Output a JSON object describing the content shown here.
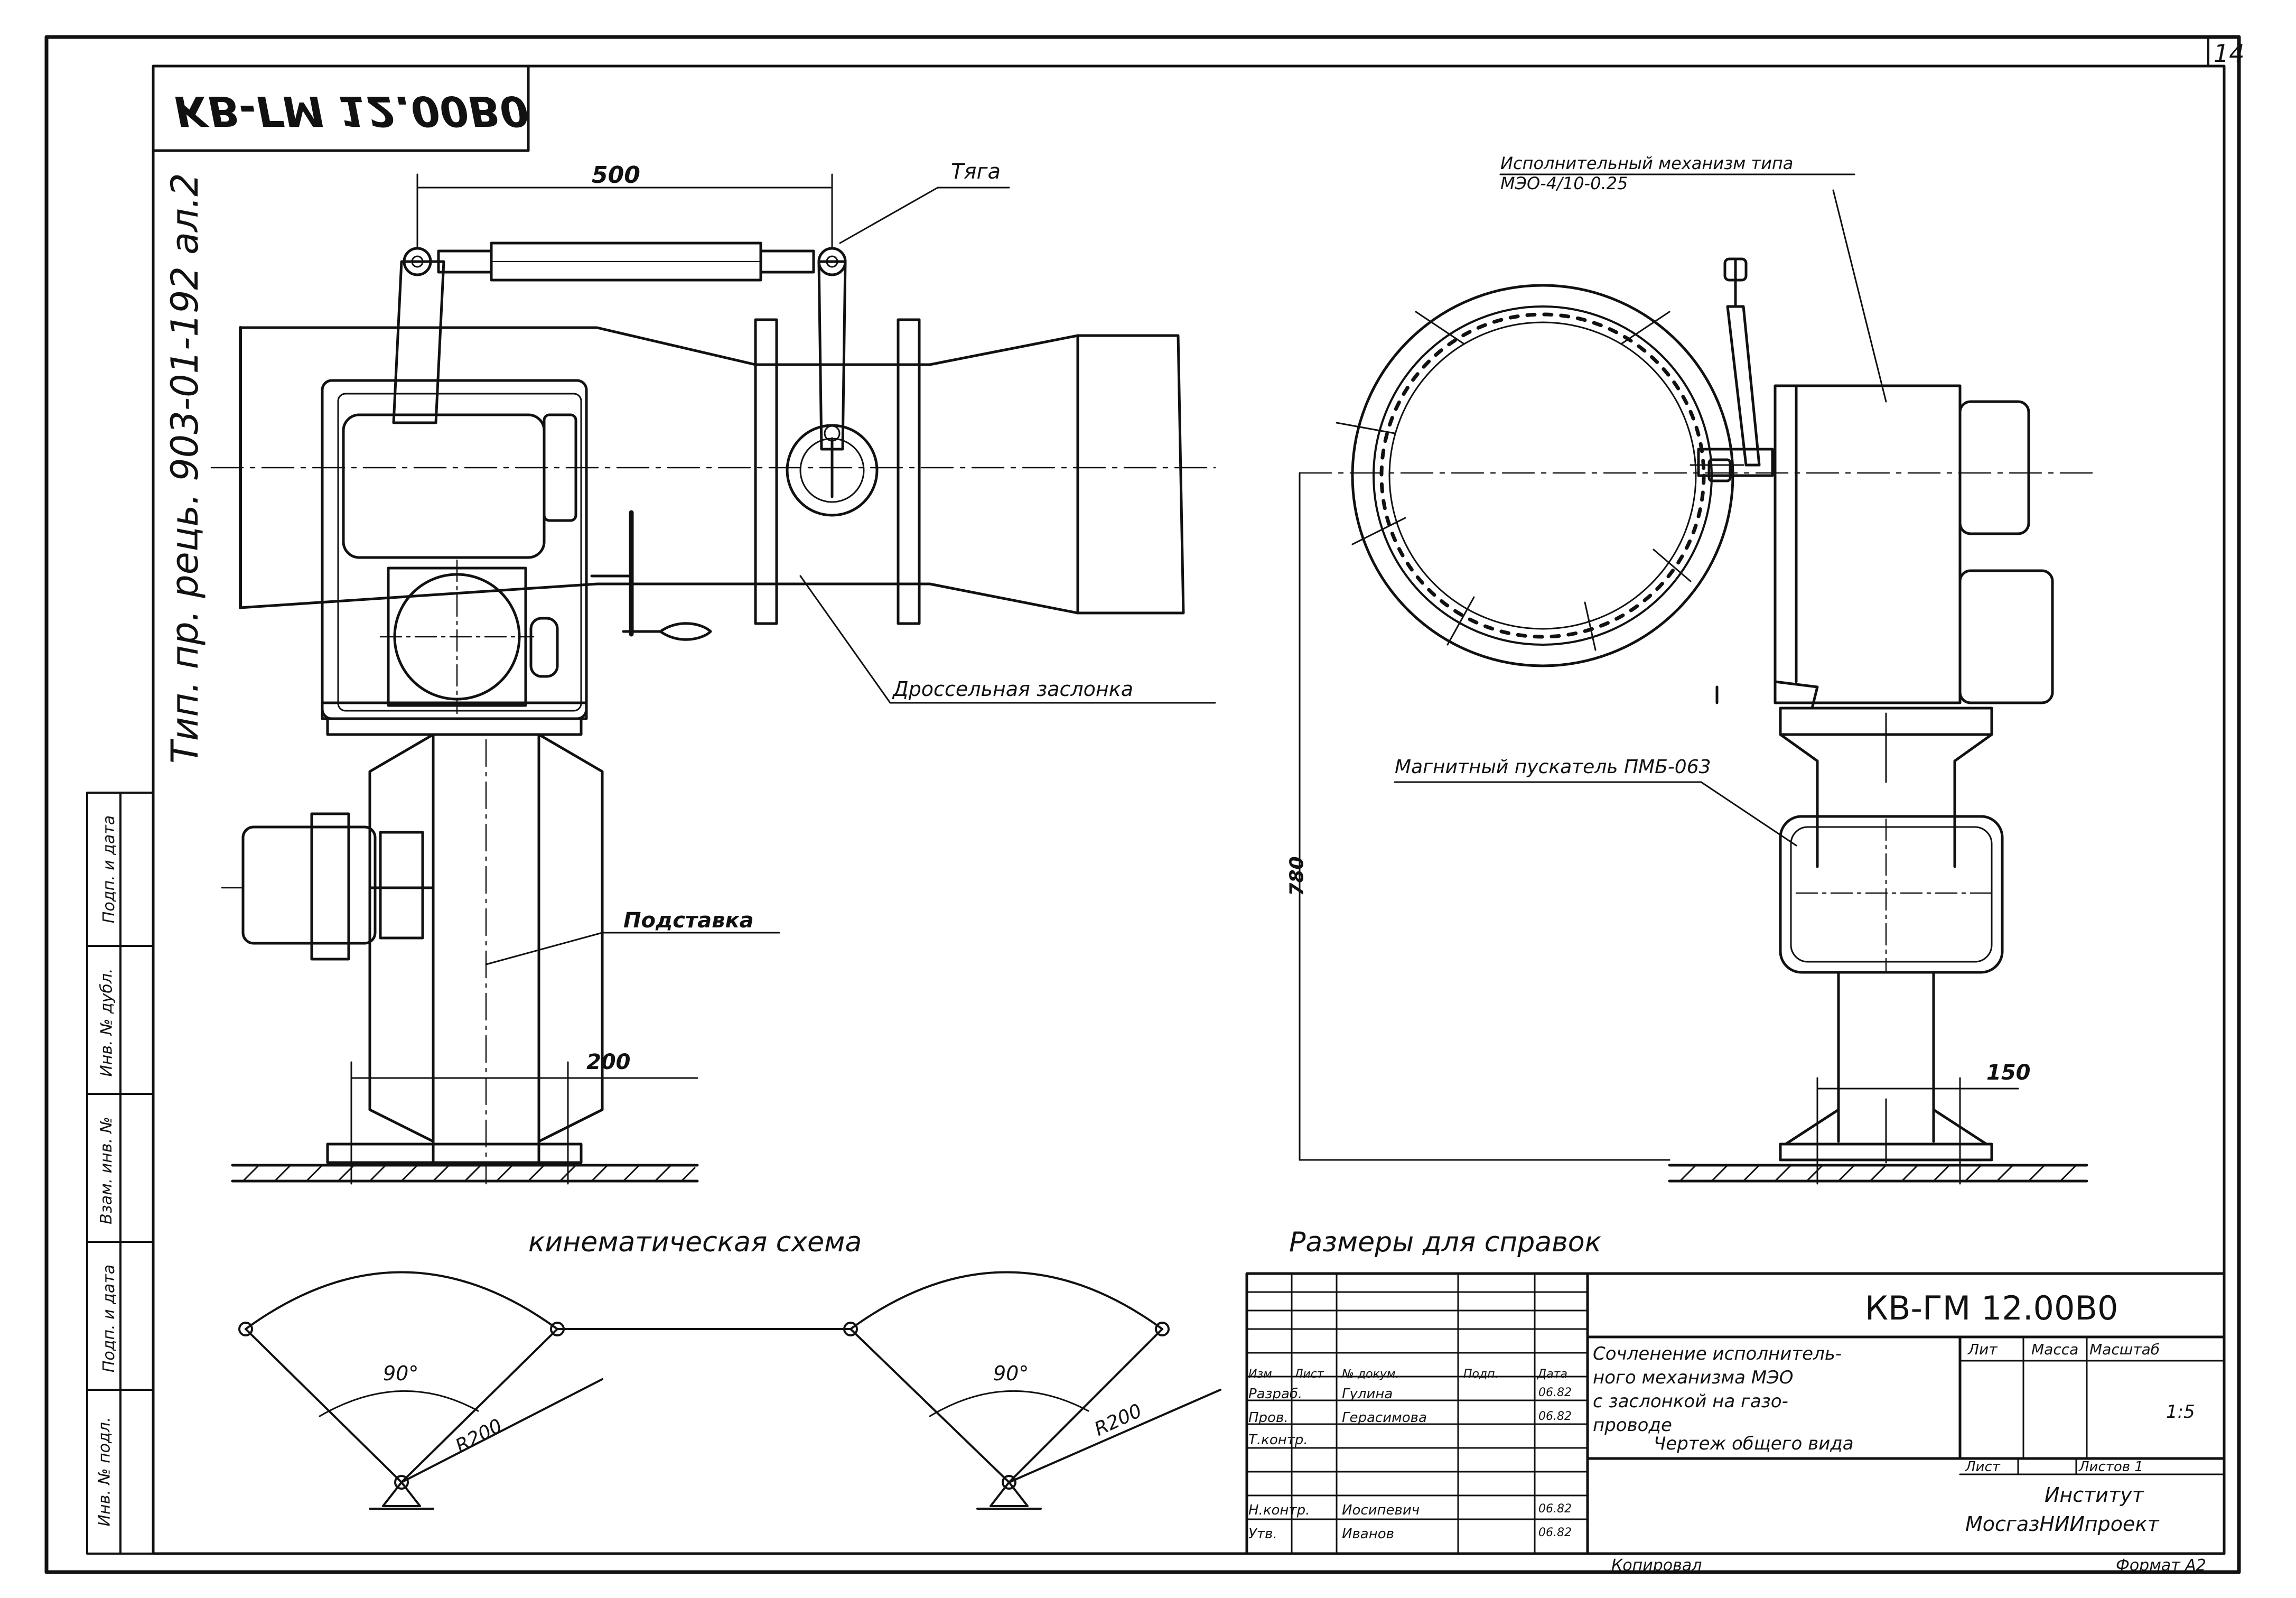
{
  "document": {
    "sheet_number": "14",
    "drawing_code_mirrored": "КВ-ГМ 12.00В0",
    "side_stamp": "Тип. пр. рець. 903-01-192 ал.2",
    "left_strip": [
      "Инв. № подл.",
      "Подп. и дата",
      "Взам. инв. №",
      "Инв. № дубл.",
      "Подп. и дата"
    ],
    "dimensions": {
      "tie_span": "500",
      "stand_width": "200",
      "height": "780",
      "base_width": "150"
    },
    "callouts": {
      "tie_rod": "Тяга",
      "throttle_valve": "Дроссельная заслонка",
      "stand": "Подставка",
      "actuator": "Исполнительный механизм типа МЭО-4/10-0.25",
      "starter": "Магнитный пускатель ПМБ-063"
    },
    "section_titles": {
      "kinematic": "кинематическая схема",
      "reference": "Размеры для справок"
    },
    "kinematic": {
      "angle_left": "90°",
      "angle_right": "90°",
      "radius_left": "R200",
      "radius_right": "R200"
    },
    "title_block": {
      "code": "КВ-ГМ 12.00В0",
      "description": [
        "Сочленение исполнитель-",
        "ного механизма МЭО",
        "с заслонкой на газо-",
        "проводе"
      ],
      "subtitle": "Чертеж общего вида",
      "col_lit": "Лит",
      "col_mass": "Масса",
      "col_scale": "Масштаб",
      "scale": "1:5",
      "sheet_label": "Лист",
      "sheets_label": "Листов 1",
      "org_line1": "Институт",
      "org_line2": "МосгазНИИпроект",
      "header_row": [
        "Изм",
        "Лист",
        "№ докум.",
        "Подп.",
        "Дата"
      ],
      "signature_rows": [
        {
          "role": "Разраб.",
          "name": "Гулина",
          "sign": "",
          "date": "06.82"
        },
        {
          "role": "Пров.",
          "name": "Герасимова",
          "sign": "",
          "date": "06.82"
        },
        {
          "role": "Т.контр.",
          "name": "",
          "sign": "",
          "date": ""
        },
        {
          "role": "",
          "name": "",
          "sign": "",
          "date": ""
        },
        {
          "role": "Н.контр.",
          "name": "Иосипевич",
          "sign": "",
          "date": "06.82"
        },
        {
          "role": "Утв.",
          "name": "Иванов",
          "sign": "",
          "date": "06.82"
        }
      ],
      "copied_by": "Копировал",
      "format": "Формат А2"
    },
    "colors": {
      "ink": "#111111",
      "paper": "#ffffff"
    }
  }
}
